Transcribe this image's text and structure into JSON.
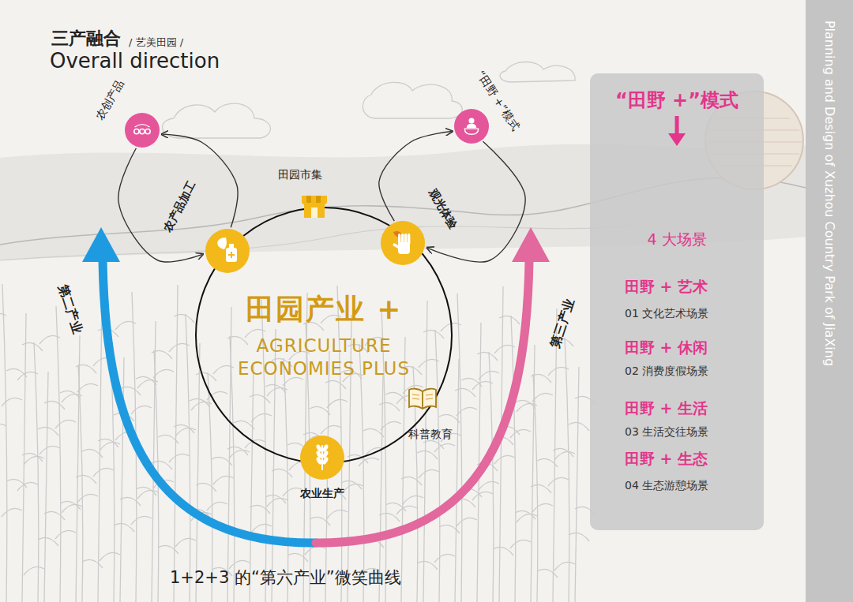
{
  "diagram": {
    "title": "三产融合",
    "caption": "1+2+3 的“第六产业”微笑曲线",
    "nodes": [
      {
        "text": [
          "农创产品"
        ]
      },
      {
        "text": [
          "“田野 +”模式"
        ]
      },
      {
        "text": [
          "田园市集"
        ]
      },
      {
        "text": [
          "农产品加工"
        ]
      },
      {
        "text": [
          "观光体验"
        ]
      },
      {
        "text": [
          "田园产业 +",
          "AGRICULTURE ECONOMIES PLUS"
        ]
      },
      {
        "text": [
          "科普教育"
        ]
      },
      {
        "text": [
          "农业生产"
        ]
      },
      {
        "text": [
          "“田野 +”模式",
          "4 大场景",
          "田野 + 艺术",
          "01 文化艺术场景",
          "田野 + 休闲",
          "02 消费度假场景",
          "田野 + 生活",
          "03 生活交往场景",
          "田野 + 生态",
          "04 生态游憩场景"
        ]
      }
    ],
    "edges": [
      {
        "from": 0,
        "to": 3,
        "arrow": "to"
      },
      {
        "from": 3,
        "to": 0,
        "arrow": "to"
      },
      {
        "from": 4,
        "to": 1,
        "arrow": "to"
      },
      {
        "from": 1,
        "to": 4,
        "arrow": "to"
      }
    ],
    "labels": [
      "/ 艺美田园 /",
      "Overall direction",
      "Planning and Design of Xuzhou Country Park of JiaXing",
      "第二产业",
      "第三产业"
    ]
  }
}
